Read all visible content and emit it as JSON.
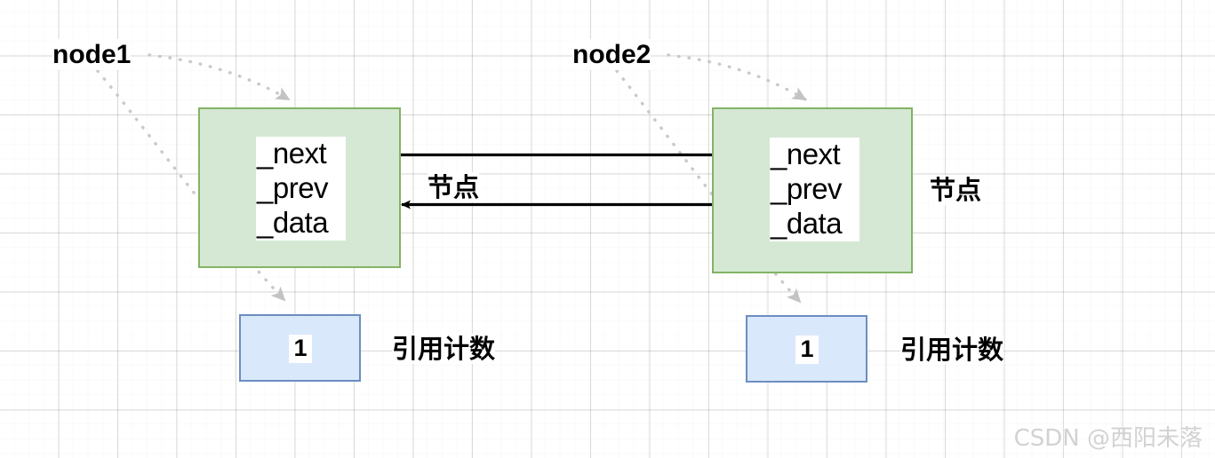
{
  "diagram": {
    "title": "Doubly linked list nodes with reference counts",
    "background": "#ffffff",
    "grid": {
      "minor_color": "#f4f4f4",
      "major_color": "#dcdcdc"
    }
  },
  "colors": {
    "node_fill": "#d5e8d4",
    "node_stroke": "#82b366",
    "ref_fill": "#dae8fc",
    "ref_stroke": "#6c8ebf",
    "arrow_solid": "#000000",
    "arrow_dotted": "#c9c9c9",
    "text": "#000000",
    "watermark": "#d2d2d2"
  },
  "pointers": [
    {
      "id": "node1",
      "label": "node1"
    },
    {
      "id": "node2",
      "label": "node2"
    }
  ],
  "nodes": [
    {
      "id": "node-box-1",
      "fields": [
        "_next",
        "_prev",
        "_data"
      ],
      "field_text": "_next\n_prev\n_data",
      "caption": "",
      "refcount": {
        "value": "1",
        "label": "引用计数"
      }
    },
    {
      "id": "node-box-2",
      "fields": [
        "_next",
        "_prev",
        "_data"
      ],
      "field_text": "_next\n_prev\n_data",
      "caption": "节点",
      "refcount": {
        "value": "1",
        "label": "引用计数"
      }
    }
  ],
  "edges": [
    {
      "id": "next-edge",
      "from": "node-box-1",
      "to": "node-box-2",
      "direction": "right",
      "style": "solid",
      "label": ""
    },
    {
      "id": "prev-edge",
      "from": "node-box-2",
      "to": "node-box-1",
      "direction": "left",
      "style": "solid",
      "label": "节点"
    }
  ],
  "captions": {
    "edge_middle": "节点",
    "node2_caption": "节点",
    "ref_label_1": "引用计数",
    "ref_label_2": "引用计数"
  },
  "watermark": {
    "text": "CSDN @西阳未落"
  }
}
